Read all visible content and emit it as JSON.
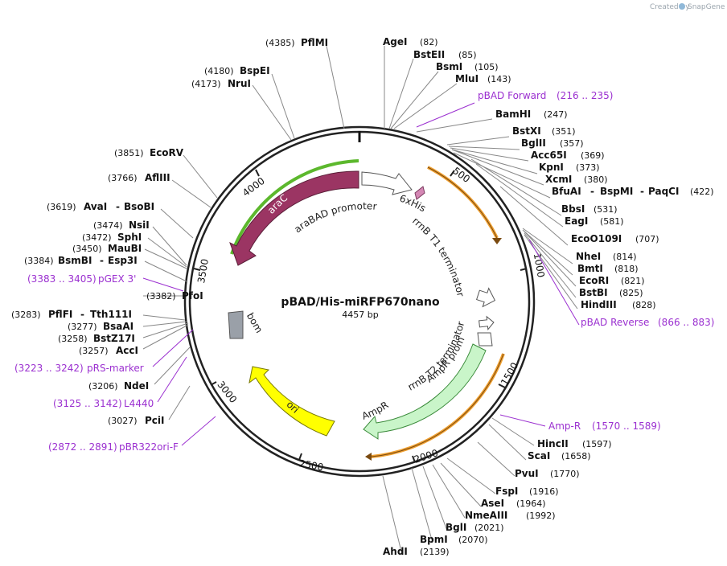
{
  "credit": {
    "prefix": "Created by",
    "brand": "SnapGene"
  },
  "plasmid": {
    "name": "pBAD/His-miRFP670nano",
    "length_label": "4457 bp",
    "total_bp": 4457
  },
  "ruler_ticks": [
    "500",
    "1000",
    "1500",
    "2000",
    "2500",
    "3000",
    "3500",
    "4000"
  ],
  "features": [
    {
      "name": "araC",
      "color": "#9b3563",
      "outline": "#5cb82d"
    },
    {
      "name": "araBAD promoter",
      "color": "#ffffff"
    },
    {
      "name": "6xHis",
      "color": "#d487b4"
    },
    {
      "name": "rrnB T1 terminator",
      "color": "#ffffff"
    },
    {
      "name": "rrnB T2 terminator",
      "color": "#ffffff"
    },
    {
      "name": "AmpR promoter",
      "color": "#ffffff"
    },
    {
      "name": "AmpR",
      "color": "#c9f5c9"
    },
    {
      "name": "ori",
      "color": "#ffff00"
    },
    {
      "name": "bom",
      "color": "#9aa0a8"
    }
  ],
  "right_labels": [
    {
      "site": "AgeI",
      "pos": "(82)"
    },
    {
      "site": "BstEII",
      "pos": "(85)"
    },
    {
      "site": "BsmI",
      "pos": "(105)"
    },
    {
      "site": "MluI",
      "pos": "(143)"
    },
    {
      "primer": "pBAD Forward",
      "pos": "(216 .. 235)"
    },
    {
      "site": "BamHI",
      "pos": "(247)"
    },
    {
      "site": "BstXI",
      "pos": "(351)"
    },
    {
      "site": "BglII",
      "pos": "(357)"
    },
    {
      "site": "Acc65I",
      "pos": "(369)"
    },
    {
      "site": "KpnI",
      "pos": "(373)"
    },
    {
      "site": "XcmI",
      "pos": "(380)"
    },
    {
      "site": "BfuAI",
      "site2": "BspMI",
      "site3": "PaqCI",
      "pos": "(422)"
    },
    {
      "site": "BbsI",
      "pos": "(531)"
    },
    {
      "site": "EagI",
      "pos": "(581)"
    },
    {
      "site": "EcoO109I",
      "pos": "(707)"
    },
    {
      "site": "NheI",
      "pos": "(814)"
    },
    {
      "site": "BmtI",
      "pos": "(818)"
    },
    {
      "site": "EcoRI",
      "pos": "(821)"
    },
    {
      "site": "BstBI",
      "pos": "(825)"
    },
    {
      "site": "HindIII",
      "pos": "(828)"
    },
    {
      "primer": "pBAD Reverse",
      "pos": "(866 .. 883)"
    },
    {
      "primer": "Amp-R",
      "pos": "(1570 .. 1589)"
    },
    {
      "site": "HincII",
      "pos": "(1597)"
    },
    {
      "site": "ScaI",
      "pos": "(1658)"
    },
    {
      "site": "PvuI",
      "pos": "(1770)"
    },
    {
      "site": "FspI",
      "pos": "(1916)"
    },
    {
      "site": "AseI",
      "pos": "(1964)"
    },
    {
      "site": "NmeAIII",
      "pos": "(1992)"
    },
    {
      "site": "BglI",
      "pos": "(2021)"
    },
    {
      "site": "BpmI",
      "pos": "(2070)"
    },
    {
      "site": "AhdI",
      "pos": "(2139)"
    }
  ],
  "left_labels": [
    {
      "site": "PflMI",
      "pos": "(4385)"
    },
    {
      "site": "BspEI",
      "pos": "(4180)"
    },
    {
      "site": "NruI",
      "pos": "(4173)"
    },
    {
      "site": "EcoRV",
      "pos": "(3851)"
    },
    {
      "site": "AflIII",
      "pos": "(3766)"
    },
    {
      "site": "AvaI",
      "site2": "BsoBI",
      "pos": "(3619)"
    },
    {
      "site": "NsiI",
      "pos": "(3474)"
    },
    {
      "site": "SphI",
      "pos": "(3472)"
    },
    {
      "site": "MauBI",
      "pos": "(3450)"
    },
    {
      "site": "BsmBI",
      "site2": "Esp3I",
      "pos": "(3384)"
    },
    {
      "primer": "pGEX 3'",
      "pos": "(3383 .. 3405)"
    },
    {
      "site": "PfoI",
      "pos": "(3382)"
    },
    {
      "site": "PflFI",
      "site2": "Tth111I",
      "pos": "(3283)"
    },
    {
      "site": "BsaAI",
      "pos": "(3277)"
    },
    {
      "site": "BstZ17I",
      "pos": "(3258)"
    },
    {
      "site": "AccI",
      "pos": "(3257)"
    },
    {
      "primer": "pRS-marker",
      "pos": "(3223 .. 3242)"
    },
    {
      "site": "NdeI",
      "pos": "(3206)"
    },
    {
      "primer": "L4440",
      "pos": "(3125 .. 3142)"
    },
    {
      "site": "PciI",
      "pos": "(3027)"
    },
    {
      "primer": "pBR322ori-F",
      "pos": "(2872 .. 2891)"
    }
  ]
}
